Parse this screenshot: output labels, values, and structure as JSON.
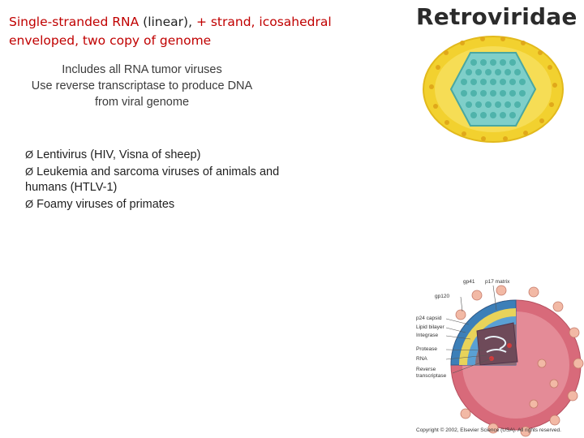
{
  "title": {
    "part1": "Single-stranded RNA ",
    "part2": "(linear), ",
    "part3": "+ strand, icosahedral",
    "line2": "enveloped, two copy of genome"
  },
  "family_name": "Retroviridae",
  "description": {
    "lines": [
      "Includes all RNA tumor viruses",
      "Use reverse transcriptase to produce DNA",
      "from viral genome"
    ]
  },
  "bullets": {
    "marker": "Ø",
    "items": [
      "Lentivirus (HIV, Visna of sheep)",
      "Leukemia and sarcoma viruses of animals and",
      "Foamy viruses of primates"
    ],
    "continuation": "humans (HTLV-1)"
  },
  "diagram": {
    "labels": [
      "gp41",
      "p17 matrix",
      "gp120",
      "p24 capsid",
      "Lipid bilayer",
      "Integrase",
      "Protease",
      "RNA",
      "Reverse",
      "transcriptase"
    ],
    "copyright": "Copyright © 2002, Elsevier Science (USA). All rights reserved."
  },
  "colors": {
    "title_red": "#c00000",
    "envelope_yellow": "#f2d12f",
    "capsid_teal": "#7fcfc9",
    "virion_pink": "#d86a7a"
  }
}
